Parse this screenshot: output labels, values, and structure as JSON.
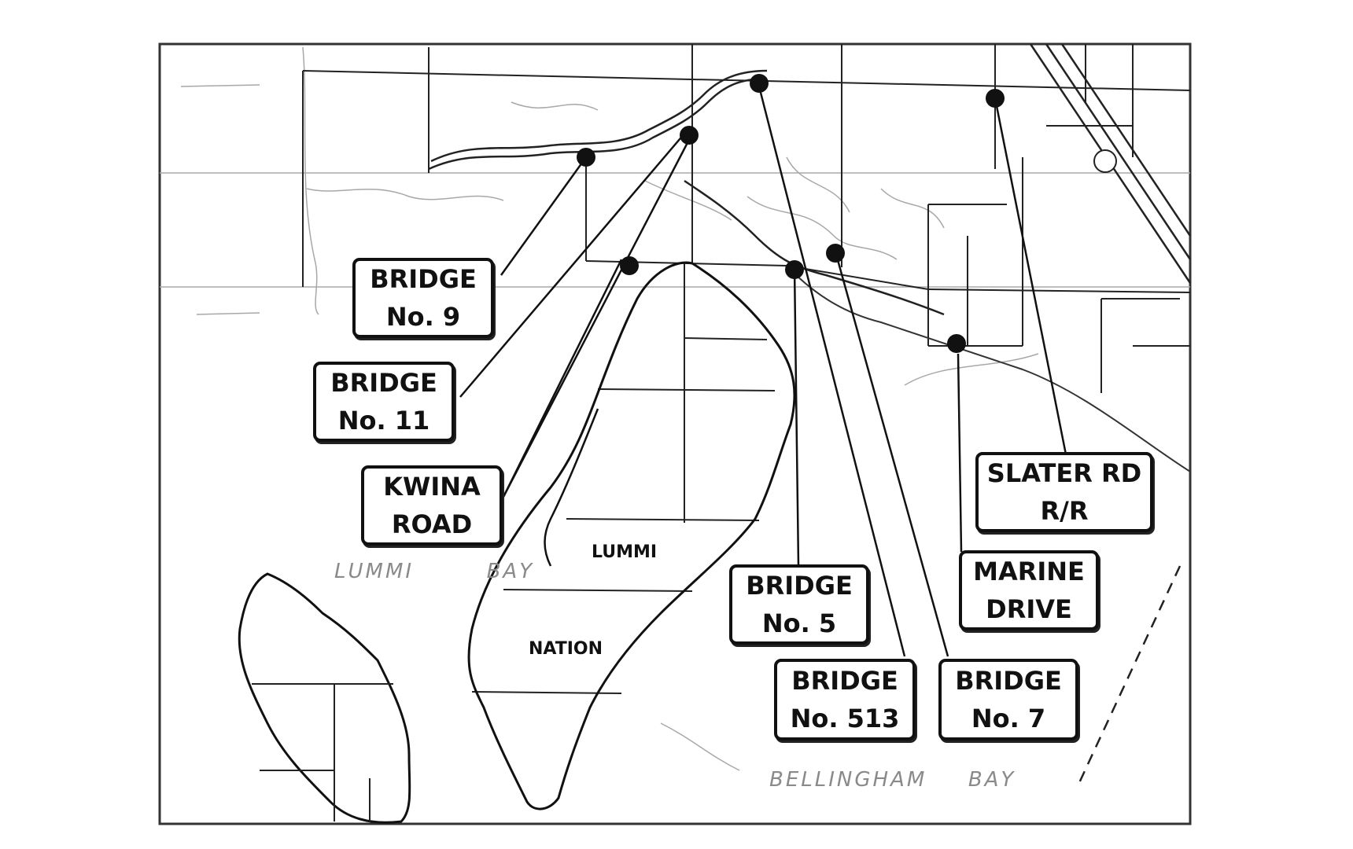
{
  "map": {
    "water_labels": [
      {
        "id": "lummi-bay",
        "words": [
          "LUMMI",
          "BAY"
        ]
      },
      {
        "id": "bellingham-bay",
        "words": [
          "BELLINGHAM",
          "BAY"
        ]
      }
    ],
    "area_labels": {
      "lummi": "LUMMI",
      "nation": "NATION"
    },
    "callouts": [
      {
        "id": "bridge-9",
        "lines": [
          "BRIDGE",
          "No. 9"
        ]
      },
      {
        "id": "bridge-11",
        "lines": [
          "BRIDGE",
          "No. 11"
        ]
      },
      {
        "id": "kwina-road",
        "lines": [
          "KWINA",
          "ROAD"
        ]
      },
      {
        "id": "slater-rd-rr",
        "lines": [
          "SLATER RD",
          "R/R"
        ]
      },
      {
        "id": "marine-drive",
        "lines": [
          "MARINE",
          "DRIVE"
        ]
      },
      {
        "id": "bridge-5",
        "lines": [
          "BRIDGE",
          "No. 5"
        ]
      },
      {
        "id": "bridge-513",
        "lines": [
          "BRIDGE",
          "No. 513"
        ]
      },
      {
        "id": "bridge-7",
        "lines": [
          "BRIDGE",
          "No. 7"
        ]
      }
    ],
    "colors": {
      "ink": "#111111",
      "faint": "#9a9a9a",
      "background": "#ffffff"
    }
  }
}
